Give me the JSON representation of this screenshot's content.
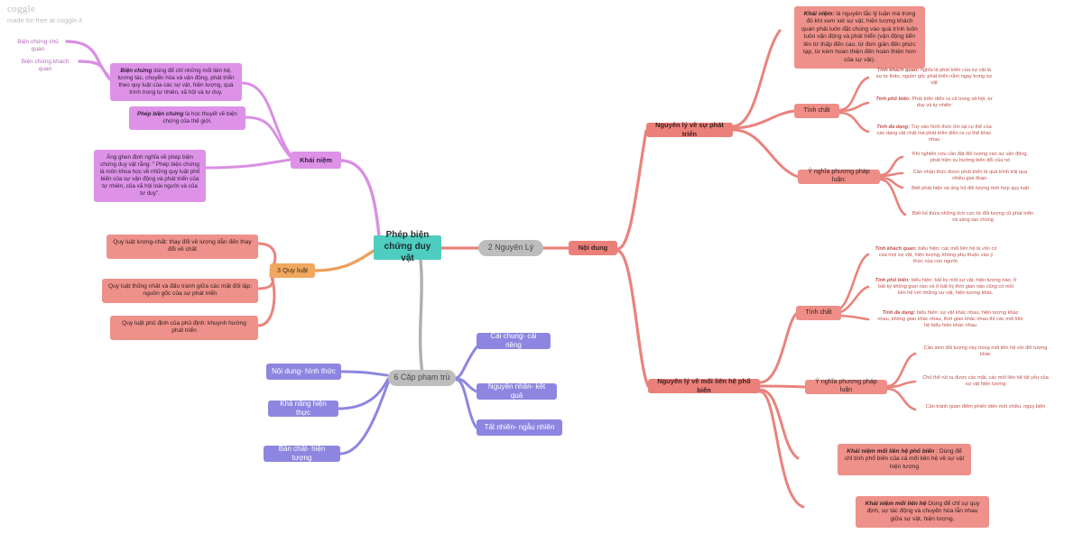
{
  "brand": {
    "logo": "coggle",
    "tagline": "made for free at coggle.it"
  },
  "colors": {
    "root": "#4ecdc0",
    "gray": "#bdbdbd",
    "red": "#ea8079",
    "red_light": "#ee918a",
    "red_text": "#c0504a",
    "orange": "#f0a860",
    "purple": "#8d86e0",
    "violet": "#dd92e8",
    "violet_line": "#d98fe3",
    "gray_line": "#b0b0b0"
  },
  "root": {
    "label": "Phép biện chứng duy vật"
  },
  "left_branch": {
    "hub": {
      "label": "Khái niệm"
    },
    "outer_labels": [
      {
        "label": "Biện chứng chủ quan"
      },
      {
        "label": "Biện chứng khách quan"
      }
    ],
    "boxes": [
      {
        "lead": "Biện chứng",
        "text": "dùng để chỉ những mối liên hệ, tương tác, chuyển hóa và vận động, phát triển theo quy luật của các sự vật, hiện tượng, quá trình trong tự nhiên, xã hội và tư duy."
      },
      {
        "lead": "Phép biện chứng",
        "text": "là học thuyết về biện chứng của thế giới."
      },
      {
        "lead": "",
        "text": "Ăng ghen định nghĩa về phép biện chứng duy vật rằng: \" Phép biện chứng là môn khoa học về những quy luật phổ biến của sự vận động và phát triển của tự nhiên, của xã hội loài người và của tư duy\"."
      }
    ]
  },
  "laws_branch": {
    "hub": {
      "label": "3 Quy luật"
    },
    "items": [
      {
        "text": "Quy luật lượng-chất: thay đổi về lượng dẫn đến thay đổi về chất"
      },
      {
        "text": "Quy luật thống nhất và đấu tranh giữa các mặt đối lập: nguồn gốc của sự phát triển"
      },
      {
        "text": "Quy luật phủ định của phủ định: khuynh hướng phát triển"
      }
    ]
  },
  "categories_branch": {
    "hub": {
      "label": "6 Cặp phạm trù"
    },
    "items_left": [
      {
        "text": "Nội dung- hình thức"
      },
      {
        "text": "Khả năng hiện thực"
      },
      {
        "text": "Bản chất- hiện tượng"
      }
    ],
    "items_right": [
      {
        "text": "Cái chung- cái riêng"
      },
      {
        "text": "Nguyên nhân- kết quả"
      },
      {
        "text": "Tất nhiên- ngẫu nhiên"
      }
    ]
  },
  "principles_branch": {
    "hub": {
      "label": "2 Nguyên Lý"
    },
    "content_node": {
      "label": "Nội dung"
    },
    "development": {
      "label": "Nguyên lý về sự phát triển",
      "concept": {
        "lead": "Khái niệm:",
        "text": "là nguyên tắc lý luận mà trong đó khi xem xét sự vật, hiện tượng khách quan phải luôn đặt chúng vào quá trình luôn luôn vận động và phát triển (vận động tiến lên từ thấp đến cao, từ đơn giản đến phức tạp, từ kém hoàn thiện đến hoàn thiện hơn của sự vật)."
      },
      "properties": {
        "label": "Tính chất",
        "items": [
          {
            "lead": "Tính khách quan:",
            "text": "nghĩa là phát triển của sự vật là sự tự thân, nguồn gốc phát triển nằm ngay trong sự vật"
          },
          {
            "lead": "Tính phổ biến:",
            "text": "Phát triển diễn ra cả trong xã hội, tư duy và tự nhiên"
          },
          {
            "lead": "Tính đa dạng:",
            "text": "Tùy vào hình thức tồn tại cụ thể của các dạng vật chất mà phát triển diễn ra cụ thể khác nhau"
          }
        ]
      },
      "methodology": {
        "label": "Ý nghĩa phương pháp luận:",
        "items": [
          {
            "text": "Khi nghiên cứu cần đặt đối tượng vào sự vận động, phát hiện xu hướng biến đổi của nó"
          },
          {
            "text": "Cần nhận thức được phát triển là quá trình trải qua nhiều giai đoạn."
          },
          {
            "text": "Biết phát hiện và ủng hộ đối tượng mới hợp quy luật"
          },
          {
            "text": "Biết kế thừa những tích cực từ đối tượng cũ phát triển và sáng tạo chúng"
          }
        ]
      }
    },
    "connection": {
      "label": "Nguyên lý về mối liên hệ phổ biến",
      "properties": {
        "label": "Tính chất",
        "items": [
          {
            "lead": "Tính khách quan:",
            "text": "biểu hiện: các mối liên hệ là vốn có của mọi sự vật, hiện tượng, không phụ thuộc vào ý thức của con người."
          },
          {
            "lead": "Tính phổ biến:",
            "text": "biểu hiện: bất kỳ một sự vật, hiện tượng nào, ở bất kỳ không gian nào và ở bất kỳ thời gian nào cũng có mối liên hệ với những sự vật, hiện tượng khác."
          },
          {
            "lead": "Tính đa dạng:",
            "text": "biểu hiện: sự vật khác nhau, hiện tượng khác nhau, không gian khác nhau, thời gian khác nhau thì các mối liên hệ biểu hiện khác nhau"
          }
        ]
      },
      "methodology": {
        "label": "Ý nghĩa phương pháp luận",
        "items": [
          {
            "text": "Cần xem đối tượng này trong mối liên hệ với đối tượng khác"
          },
          {
            "text": "Chủ thể rút ra được các mặt, các mối liên hệ tất yếu của sự vật hiện tượng"
          },
          {
            "text": "Cần tránh quan điểm phiến diện một chiều, ngụy biện"
          }
        ]
      },
      "concepts": [
        {
          "lead": "Khái niệm mối liên hệ phổ biến",
          "text": ": Dùng để chỉ tính phổ biến của cá mối liên hệ về sự vật hiện tượng"
        },
        {
          "lead": "Khái niệm mối liên hệ",
          "text": "Dùng để chỉ sự quy định, sự tác động và chuyển hóa lẫn nhau giữa sự vật, hiện tượng."
        }
      ]
    }
  }
}
